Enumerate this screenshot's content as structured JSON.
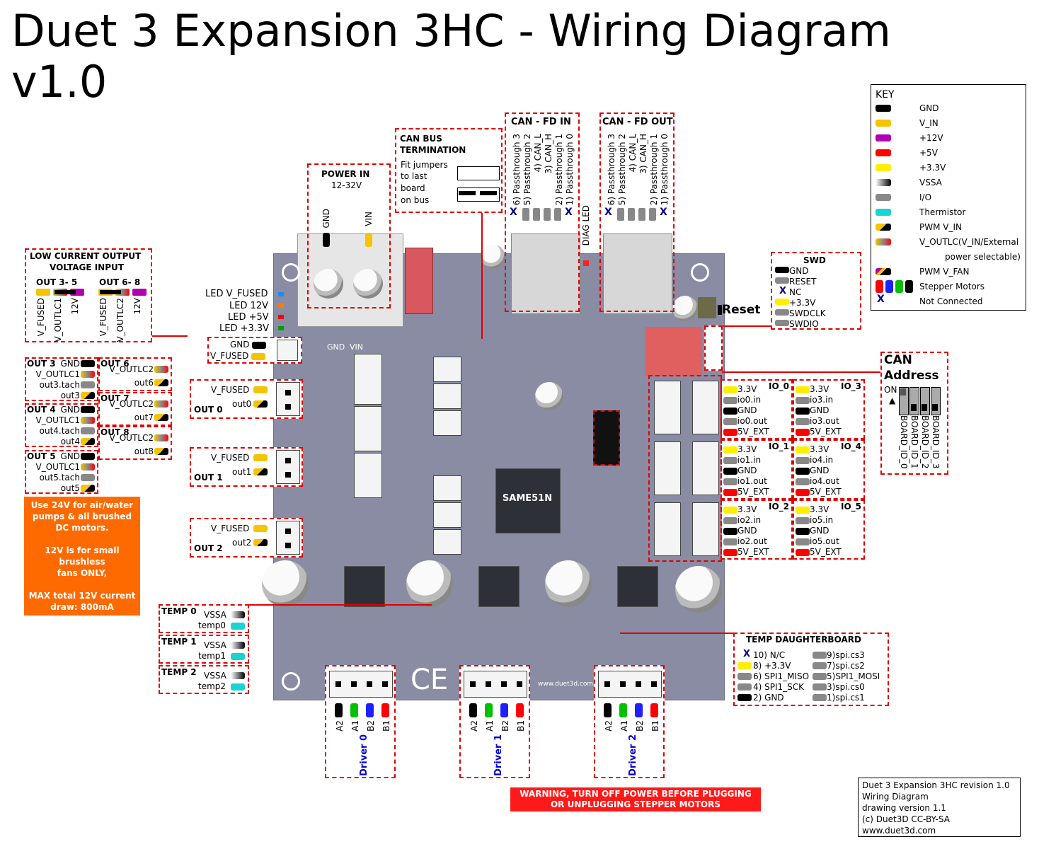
{
  "title_line1": "Duet 3 Expansion 3HC - Wiring Diagram",
  "title_line2": "v1.0",
  "colors": {
    "gnd": "#000000",
    "vin": "#f5c400",
    "v12": "#b000b0",
    "v5": "#ff0000",
    "v33": "#ffee00",
    "io": "#888888",
    "therm": "#1ad3d3",
    "red_dash": "#e00000",
    "orange_note": "#ff6a00"
  },
  "key": {
    "title": "KEY",
    "items": [
      {
        "swatch": "gnd",
        "label": "GND"
      },
      {
        "swatch": "vin",
        "label": "V_IN"
      },
      {
        "swatch": "v12",
        "label": "+12V"
      },
      {
        "swatch": "v5",
        "label": "+5V"
      },
      {
        "swatch": "v33",
        "label": "+3.3V"
      },
      {
        "swatch": "vssa",
        "label": "VSSA"
      },
      {
        "swatch": "io",
        "label": "I/O"
      },
      {
        "swatch": "therm",
        "label": "Thermistor"
      },
      {
        "swatch": "pwmvin",
        "label": "PWM V_IN"
      },
      {
        "swatch": "voutlc",
        "label": "V_OUTLC(V_IN/External"
      },
      {
        "swatch": "none",
        "label": "power selectable)"
      },
      {
        "swatch": "pwmfan",
        "label": "PWM V_FAN"
      },
      {
        "swatch": "motor",
        "label": "Stepper Motors"
      },
      {
        "swatch": "x",
        "label": "Not Connected"
      }
    ]
  },
  "power_in": {
    "title": "POWER IN",
    "sub": "12-32V",
    "gnd": "GND",
    "vin": "VIN"
  },
  "can_term": {
    "title1": "CAN BUS",
    "title2": "TERMINATION",
    "text": [
      "Fit jumpers",
      "to last",
      "board",
      "on bus"
    ]
  },
  "can_in": {
    "title": "CAN - FD IN",
    "pins": [
      "6) Passthrough 3",
      "5) Passthrough 2",
      "4) CAN_L",
      "3) CAN_H",
      "2) Passthrough 1",
      "1) Passthrough 0"
    ]
  },
  "can_out": {
    "title": "CAN - FD OUT",
    "pins": [
      "6) Passthrough 3",
      "5) Passthrough 2",
      "4) CAN_L",
      "3) CAN_H",
      "2) Passthrough 1",
      "1) Passthrough 0"
    ]
  },
  "diag_led": "DIAG LED",
  "reset": "Reset",
  "swd": {
    "title": "SWD",
    "pins": [
      "GND",
      "RESET",
      "NC",
      "+3.3V",
      "SWDCLK",
      "SWDIO"
    ]
  },
  "leds": [
    "LED V_FUSED",
    "LED 12V",
    "LED +5V",
    "LED +3.3V"
  ],
  "lc_input": {
    "title1": "LOW CURRENT OUTPUT",
    "title2": "VOLTAGE INPUT",
    "g1": "OUT 3- 5",
    "g2": "OUT 6- 8",
    "labels1": [
      "V_FUSED",
      "V_OUTLC1",
      "12V"
    ],
    "labels2": [
      "V_FUSED",
      "V_OUTLC2",
      "12V"
    ]
  },
  "vfused_conn": {
    "gnd": "GND",
    "vfused": "V_FUSED"
  },
  "out_lc": [
    {
      "name": "OUT 3",
      "rows": [
        "GND",
        "V_OUTLC1",
        "out3.tach",
        "out3"
      ]
    },
    {
      "name": "OUT 4",
      "rows": [
        "GND",
        "V_OUTLC1",
        "out4.tach",
        "out4"
      ]
    },
    {
      "name": "OUT 5",
      "rows": [
        "GND",
        "V_OUTLC1",
        "out5.tach",
        "out5"
      ]
    },
    {
      "name": "OUT 6",
      "rows": [
        "V_OUTLC2",
        "out6"
      ]
    },
    {
      "name": "OUT 7",
      "rows": [
        "V_OUTLC2",
        "out7"
      ]
    },
    {
      "name": "OUT 8",
      "rows": [
        "V_OUTLC2",
        "out8"
      ]
    }
  ],
  "out_hc": [
    {
      "name": "OUT 0",
      "vf": "V_FUSED",
      "sig": "out0"
    },
    {
      "name": "OUT 1",
      "vf": "V_FUSED",
      "sig": "out1"
    },
    {
      "name": "OUT 2",
      "vf": "V_FUSED",
      "sig": "out2"
    }
  ],
  "note": [
    "Use 24V for air/water",
    "pumps & all brushed",
    "DC motors.",
    "",
    "12V is for small",
    "brushless",
    "fans ONLY,",
    "",
    "MAX total 12V current",
    "draw: 800mA"
  ],
  "temps": [
    {
      "name": "TEMP 0",
      "a": "VSSA",
      "b": "temp0"
    },
    {
      "name": "TEMP 1",
      "a": "VSSA",
      "b": "temp1"
    },
    {
      "name": "TEMP 2",
      "a": "VSSA",
      "b": "temp2"
    }
  ],
  "io": [
    {
      "name": "IO_0",
      "rows": [
        "3.3V",
        "io0.in",
        "GND",
        "io0.out",
        "5V_EXT"
      ]
    },
    {
      "name": "IO_3",
      "rows": [
        "3.3V",
        "io3.in",
        "GND",
        "io3.out",
        "5V_EXT"
      ]
    },
    {
      "name": "IO_1",
      "rows": [
        "3.3V",
        "io1.in",
        "GND",
        "io1.out",
        "5V_EXT"
      ]
    },
    {
      "name": "IO_4",
      "rows": [
        "3.3V",
        "io4.in",
        "GND",
        "io4.out",
        "5V_EXT"
      ]
    },
    {
      "name": "IO_2",
      "rows": [
        "3.3V",
        "io2.in",
        "GND",
        "io2.out",
        "5V_EXT"
      ]
    },
    {
      "name": "IO_5",
      "rows": [
        "3.3V",
        "io5.in",
        "GND",
        "io5.out",
        "5V_EXT"
      ]
    }
  ],
  "can_addr": {
    "title1": "CAN",
    "title2": "Address",
    "on": "ON",
    "bits": [
      "BOARD_ID_0",
      "BOARD_ID_1",
      "BOARD_ID_2",
      "BOARD_ID_3"
    ]
  },
  "temp_db": {
    "title": "TEMP  DAUGHTERBOARD",
    "left": [
      "10) N/C",
      "8) +3.3V",
      "6) SPI1_MISO",
      "4) SPI1_SCK",
      "2) GND"
    ],
    "right": [
      "9)spi.cs3",
      "7)spi.cs2",
      "5)SPI1_MOSI",
      "3)spi.cs0",
      "1)spi.cs1"
    ]
  },
  "drivers": [
    {
      "name": "Driver 0",
      "pins": [
        "A2",
        "A1",
        "B2",
        "B1"
      ]
    },
    {
      "name": "Driver 1",
      "pins": [
        "A2",
        "A1",
        "B2",
        "B1"
      ]
    },
    {
      "name": "Driver 2",
      "pins": [
        "A2",
        "A1",
        "B2",
        "B1"
      ]
    }
  ],
  "mcu": "SAME51N",
  "warning": [
    "WARNING, TURN OFF POWER BEFORE PLUGGING",
    "OR UNPLUGGING STEPPER MOTORS"
  ],
  "info": [
    "Duet 3 Expansion 3HC revision 1.0",
    "Wiring Diagram",
    "drawing version 1.1",
    "(c) Duet3D CC-BY-SA",
    "www.duet3d.com"
  ],
  "silk": {
    "site": "www.duet3d.com",
    "gnd": "GND",
    "vin": "VIN",
    "ce": "CE"
  }
}
